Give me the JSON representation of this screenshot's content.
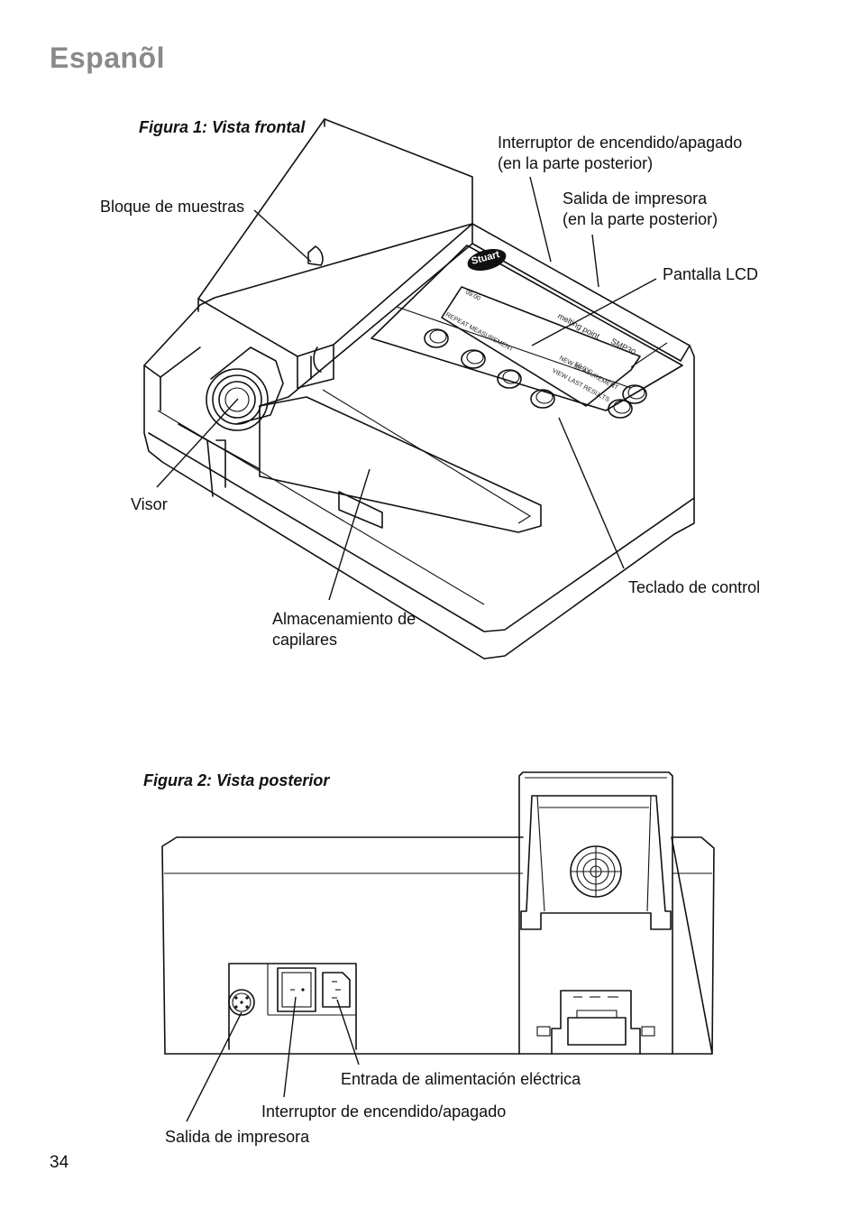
{
  "page": {
    "language_heading": "Espanõl",
    "page_number": "34"
  },
  "figure1": {
    "caption": "Figura 1: Vista frontal",
    "labels": {
      "power_switch_line1": "Interruptor de encendido/apagado",
      "power_switch_line2": "(en la parte posterior)",
      "printer_output_line1": "Salida de impresora",
      "printer_output_line2": "(en la parte posterior)",
      "sample_block": "Bloque de muestras",
      "lcd_display": "Pantalla LCD",
      "viewer": "Visor",
      "control_keypad": "Teclado de control",
      "capillary_storage_line1": "Almacenamiento de",
      "capillary_storage_line2": "capilares"
    },
    "device_text": {
      "brand": "Stuart",
      "model_line": "melting point",
      "model": "SMP30",
      "lcd_time": "09:00",
      "lcd_temp": "50.0°C",
      "repeat_measurement": "REPEAT MEASUREMENT",
      "new_measurement": "NEW MEASUREMENT",
      "view_last_results": "VIEW LAST RESULTS"
    }
  },
  "figure2": {
    "caption": "Figura 2: Vista posterior",
    "labels": {
      "power_inlet": "Entrada de alimentación eléctrica",
      "power_switch": "Interruptor de encendido/apagado",
      "printer_output": "Salida de impresora"
    }
  }
}
